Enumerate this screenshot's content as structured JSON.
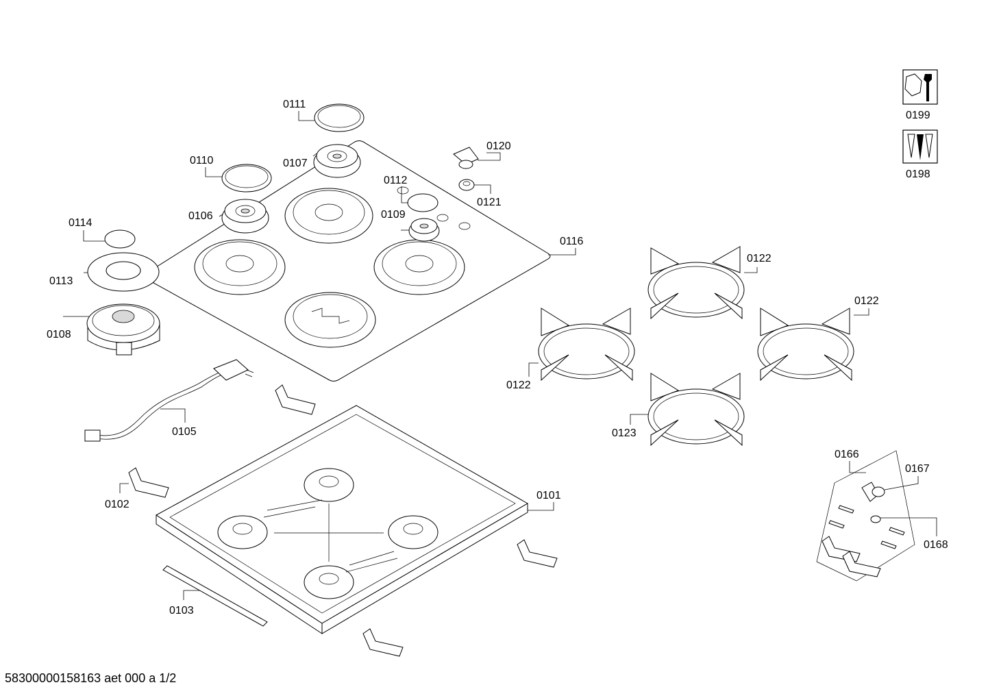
{
  "document_id": "58300000158163 aet 000 a 1/2",
  "part_numbers": {
    "p0101": "0101",
    "p0102": "0102",
    "p0103": "0103",
    "p0105": "0105",
    "p0106": "0106",
    "p0107": "0107",
    "p0108": "0108",
    "p0109": "0109",
    "p0110": "0110",
    "p0111": "0111",
    "p0112": "0112",
    "p0113": "0113",
    "p0114": "0114",
    "p0116": "0116",
    "p0120": "0120",
    "p0121": "0121",
    "p0122a": "0122",
    "p0122b": "0122",
    "p0122c": "0122",
    "p0123": "0123",
    "p0166": "0166",
    "p0167": "0167",
    "p0168": "0168",
    "p0198": "0198",
    "p0199": "0199"
  },
  "icons": {
    "p0199": "nut-and-wrench-icon",
    "p0198": "screws-icon"
  }
}
